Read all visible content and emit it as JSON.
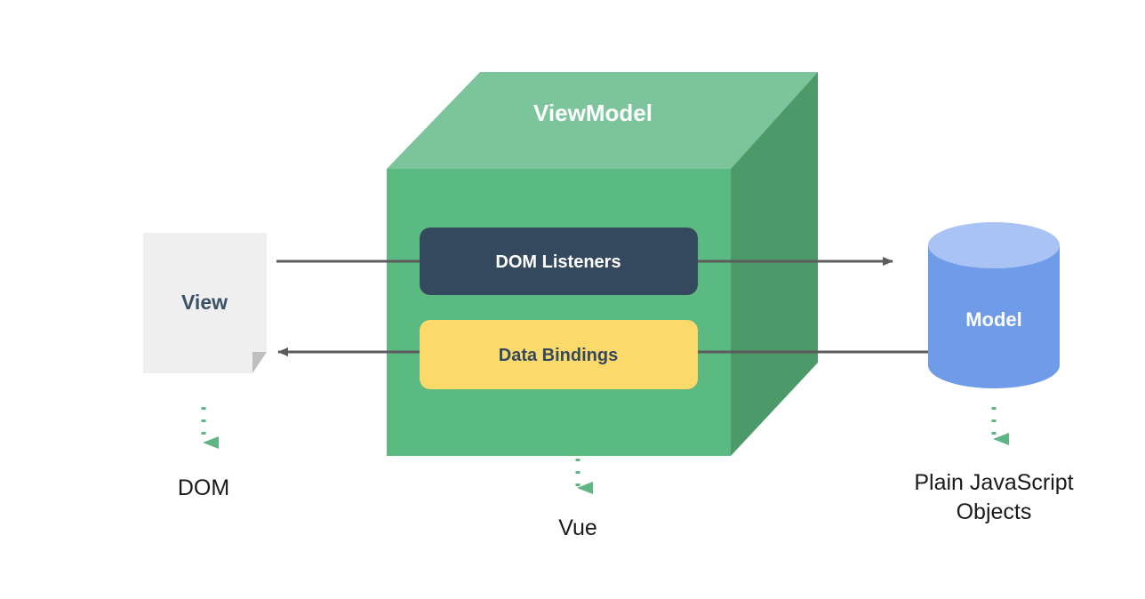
{
  "diagram": {
    "title": "Vue MVVM pattern diagram",
    "colors": {
      "cube_top": "#7CC49B",
      "cube_front": "#5BB982",
      "cube_side": "#4C9969",
      "dark_box": "#35495E",
      "yellow_box": "#FBD96B",
      "view_doc": "#EFEFEF",
      "view_fold": "#BFBFBF",
      "model_top": "#A9C3F4",
      "model_body": "#6F9BE8",
      "arrow": "#5C5C5C",
      "dotted_arrow": "#5FB584",
      "caption_text": "#1a1a1a",
      "navy_text": "#3B5168"
    },
    "nodes": {
      "viewmodel": {
        "label": "ViewModel"
      },
      "dom_listeners": {
        "label": "DOM Listeners"
      },
      "data_bindings": {
        "label": "Data Bindings"
      },
      "view": {
        "label": "View"
      },
      "model": {
        "label": "Model"
      }
    },
    "captions": {
      "view": "DOM",
      "viewmodel": "Vue",
      "model_line1": "Plain JavaScript",
      "model_line2": "Objects"
    },
    "connectors": [
      {
        "name": "view-to-dom-listeners",
        "from": "View",
        "to": "DOM Listeners",
        "direction": "right"
      },
      {
        "name": "dom-listeners-to-model",
        "from": "DOM Listeners",
        "to": "Model",
        "direction": "right"
      },
      {
        "name": "data-bindings-to-view",
        "from": "Data Bindings",
        "to": "View",
        "direction": "left"
      },
      {
        "name": "model-to-data-bindings",
        "from": "Model",
        "to": "Data Bindings",
        "direction": "left"
      }
    ]
  }
}
